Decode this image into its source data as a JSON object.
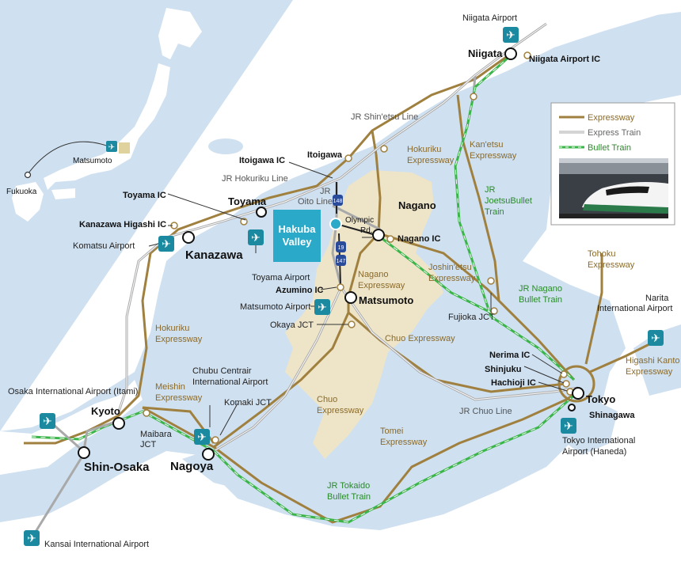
{
  "colors": {
    "sea": "#cfe0f0",
    "land": "#ffffff",
    "region": "#eee5c8",
    "expressway": "#a0803f",
    "express_train": "#a9a9a9",
    "bullet_train": "#3bb54a",
    "accent": "#2ba9c9",
    "airport": "#1b8aa0"
  },
  "legend": {
    "expressway": "Expressway",
    "express_train": "Express Train",
    "bullet_train": "Bullet Train"
  },
  "center": {
    "line1": "Hakuba",
    "line2": "Valley"
  },
  "inset": {
    "matsumoto": "Matsumoto",
    "fukuoka": "Fukuoka"
  },
  "cities": {
    "niigata": "Niigata",
    "toyama": "Toyama",
    "kanazawa": "Kanazawa",
    "nagano": "Nagano",
    "matsumoto": "Matsumoto",
    "tokyo": "Tokyo",
    "nagoya": "Nagoya",
    "kyoto": "Kyoto",
    "shin_osaka": "Shin-Osaka",
    "itoigawa": "Itoigawa",
    "shinagawa": "Shinagawa",
    "shinjuku": "Shinjuku"
  },
  "ics": {
    "niigata_airport_ic": "Niigata Airport IC",
    "itoigawa_ic": "Itoigawa IC",
    "toyama_ic": "Toyama IC",
    "kanazawa_higashi_ic": "Kanazawa Higashi IC",
    "nagano_ic": "Nagano IC",
    "azumino_ic": "Azumino IC",
    "okaya_jct": "Okaya JCT",
    "fujioka_jct": "Fujioka JCT",
    "nerima_ic": "Nerima IC",
    "hachioji_ic": "Hachioji IC",
    "komaki_jct": "Komaki JCT",
    "maibara_jct_1": "Maibara",
    "maibara_jct_2": "JCT"
  },
  "airports": {
    "niigata": "Niigata Airport",
    "komatsu": "Komatsu Airport",
    "toyama": "Toyama Airport",
    "matsumoto": "Matsumoto Airport",
    "narita_1": "Narita",
    "narita_2": "International Airport",
    "haneda_1": "Tokyo International",
    "haneda_2": "Airport (Haneda)",
    "chubu_1": "Chubu Centrair",
    "chubu_2": "International Airport",
    "itami": "Osaka International Airport (Itami)",
    "kansai": "Kansai International Airport"
  },
  "expressways": {
    "hokuriku_a_1": "Hokuriku",
    "hokuriku_a_2": "Expressway",
    "hokuriku_b_1": "Hokuriku",
    "hokuriku_b_2": "Expressway",
    "kanetsu_1": "Kan'etsu",
    "kanetsu_2": "Expressway",
    "joshinetsu_1": "Joshin'etsu",
    "joshinetsu_2": "Expressway",
    "nagano_1": "Nagano",
    "nagano_2": "Expressway",
    "chuo_a": "Chuo Expressway",
    "chuo_b_1": "Chuo",
    "chuo_b_2": "Expressway",
    "tohoku_1": "Tohoku",
    "tohoku_2": "Expressway",
    "higashi_kanto_1": "Higashi Kanto",
    "higashi_kanto_2": "Expressway",
    "meishin_1": "Meishin",
    "meishin_2": "Expressway",
    "tomei_1": "Tomei",
    "tomei_2": "Expressway"
  },
  "rails": {
    "shinetsu": "JR Shin'etsu  Line",
    "hokuriku": "JR Hokuriku Line",
    "oito_1": "JR",
    "oito_2": "Oito Line",
    "chuo": "JR Chuo Line",
    "olympic_1": "Olympic",
    "olympic_2": "Rd."
  },
  "bullets": {
    "joetsu_1": "JR",
    "joetsu_2": "JoetsuBullet",
    "joetsu_3": "Train",
    "nagano_1": "JR Nagano",
    "nagano_2": "Bullet Train",
    "tokaido_1": "JR Tokaido",
    "tokaido_2": "Bullet Train"
  },
  "route_shields": {
    "r148": "148",
    "r19": "19",
    "r147": "147"
  }
}
